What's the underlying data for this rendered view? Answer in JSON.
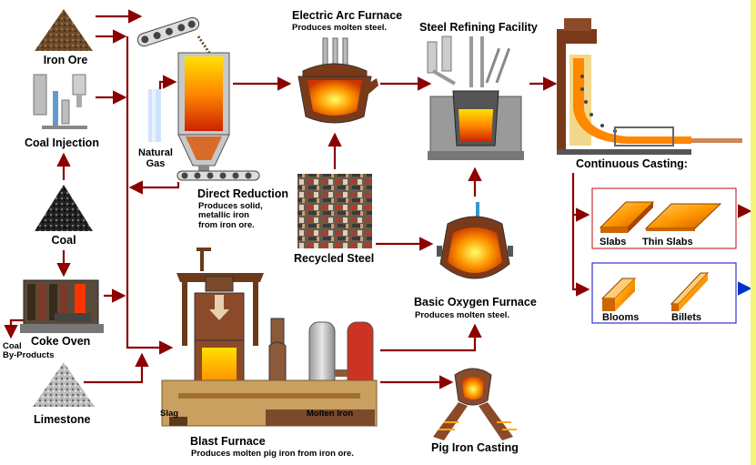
{
  "labels": {
    "iron_ore": "Iron Ore",
    "coal_injection": "Coal Injection",
    "coal": "Coal",
    "coke_oven": "Coke Oven",
    "coal_byproducts": "Coal\nBy-Products",
    "limestone": "Limestone",
    "natural_gas": "Natural\nGas",
    "direct_reduction": "Direct Reduction",
    "direct_reduction_sub": "Produces solid,\nmetallic iron\nfrom iron ore.",
    "eaf": "Electric Arc Furnace",
    "eaf_sub": "Produces molten steel.",
    "refining": "Steel Refining Facility",
    "recycled_steel": "Recycled Steel",
    "bof": "Basic Oxygen Furnace",
    "bof_sub": "Produces molten steel.",
    "continuous_casting": "Continuous Casting:",
    "slabs": "Slabs",
    "thin_slabs": "Thin Slabs",
    "blooms": "Blooms",
    "billets": "Billets",
    "blast_furnace": "Blast Furnace",
    "blast_furnace_sub": "Produces molten pig iron from iron ore.",
    "slag": "Slag",
    "molten_iron": "Molten Iron",
    "pig_iron": "Pig Iron Casting"
  },
  "colors": {
    "arrow": "#8b0000",
    "arrow_blue": "#0033cc",
    "slab_box_border": "#cc3333",
    "bloom_box_border": "#3333cc",
    "side_strip": "#f5f57a"
  }
}
